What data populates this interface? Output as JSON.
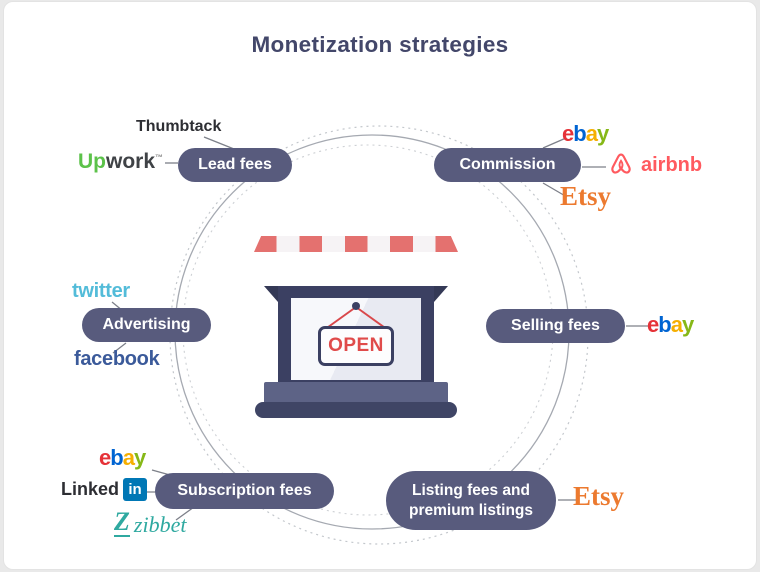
{
  "title": "Monetization strategies",
  "center_store": {
    "sign": "OPEN"
  },
  "pills": {
    "lead_fees": "Lead fees",
    "commission": "Commission",
    "advertising": "Advertising",
    "selling_fees": "Selling fees",
    "subscription_fees": "Subscription fees",
    "listing_fees_line1": "Listing fees and",
    "listing_fees_line2": "premium listings"
  },
  "platforms": {
    "thumbtack": "Thumbtack",
    "upwork_up": "Up",
    "upwork_work": "work",
    "upwork_tm": "™",
    "ebay_e": "e",
    "ebay_b": "b",
    "ebay_a": "a",
    "ebay_y": "y",
    "airbnb": "airbnb",
    "etsy": "Etsy",
    "twitter": "twitter",
    "facebook": "facebook",
    "linkedin_linked": "Linked",
    "linkedin_in": "in",
    "zibbet_icon": "Z",
    "zibbet_text": "zibbet"
  },
  "connections": [
    {
      "strategy": "Lead fees",
      "platforms": [
        "Thumbtack",
        "Upwork"
      ]
    },
    {
      "strategy": "Commission",
      "platforms": [
        "eBay",
        "Airbnb",
        "Etsy"
      ]
    },
    {
      "strategy": "Advertising",
      "platforms": [
        "Twitter",
        "Facebook"
      ]
    },
    {
      "strategy": "Selling fees",
      "platforms": [
        "eBay"
      ]
    },
    {
      "strategy": "Subscription fees",
      "platforms": [
        "eBay",
        "LinkedIn",
        "Zibbet"
      ]
    },
    {
      "strategy": "Listing fees and premium listings",
      "platforms": [
        "Etsy"
      ]
    }
  ],
  "colors": {
    "pill_background": "#585b7d",
    "title_text": "#43476a",
    "awning_red": "#d9484b",
    "store_frame": "#3b4062",
    "open_text": "#e04b4b",
    "upwork_green": "#5cc24a",
    "twitter_blue": "#53bcd9",
    "facebook_blue": "#3b5a9a",
    "airbnb_red": "#ff5a5f",
    "etsy_orange": "#ec7a2f",
    "linkedin_blue": "#0077b5",
    "zibbet_teal": "#2fa9a0",
    "ebay_letters": [
      "#e53238",
      "#0064d2",
      "#f5af02",
      "#86b817"
    ]
  }
}
